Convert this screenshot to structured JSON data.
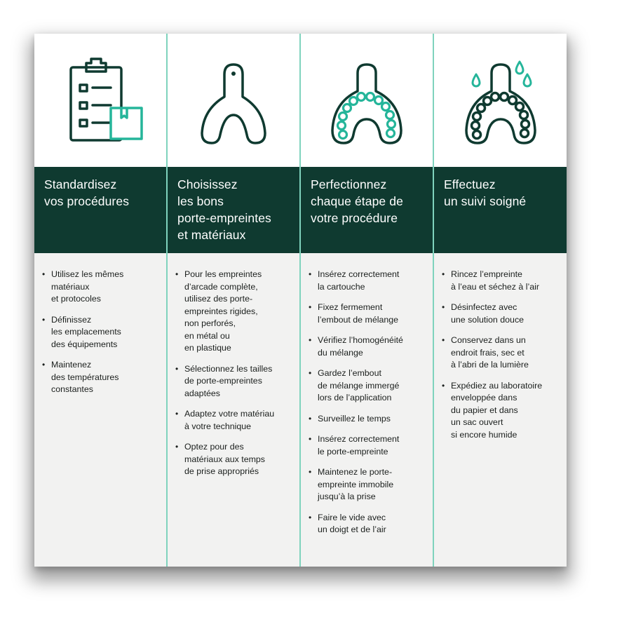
{
  "colors": {
    "dark_green": "#0f3a30",
    "teal": "#25b59a",
    "divider": "#7fd3bd",
    "panel": "#f2f2f1"
  },
  "columns": [
    {
      "icon": "clipboard-checklist-icon",
      "title": "Standardisez\nvos procédures",
      "items": [
        "Utilisez les mêmes\nmatériaux\net protocoles",
        "Définissez\nles emplacements\ndes équipements",
        "Maintenez\ndes températures\nconstantes"
      ]
    },
    {
      "icon": "impression-tray-icon",
      "title": "Choisissez\nles bons\nporte-empreintes\net matériaux",
      "items": [
        "Pour les empreintes\nd’arcade complète,\nutilisez des porte-\nempreintes rigides,\nnon perforés,\nen métal ou\nen plastique",
        "Sélectionnez les tailles\nde porte-empreintes\nadaptées",
        "Adaptez votre matériau\nà votre technique",
        "Optez pour des\nmatériaux aux temps\nde prise appropriés"
      ]
    },
    {
      "icon": "tray-with-teeth-icon",
      "title": "Perfectionnez\nchaque étape de\nvotre procédure",
      "items": [
        "Insérez correctement\nla cartouche",
        "Fixez fermement\nl’embout de mélange",
        "Vérifiez l’homogénéité\ndu mélange",
        "Gardez l’embout\nde mélange immergé\nlors de l’application",
        "Surveillez le temps",
        "Insérez correctement\nle porte-empreinte",
        "Maintenez le porte-\nempreinte immobile\njusqu’à la prise",
        "Faire le vide avec\nun doigt et de l’air"
      ]
    },
    {
      "icon": "rinsed-tray-droplets-icon",
      "title": "Effectuez\nun suivi soigné",
      "items": [
        "Rincez l’empreinte\nà l’eau et séchez à l’air",
        "Désinfectez avec\nune solution douce",
        "Conservez dans un\nendroit frais, sec et\nà l’abri de la lumière",
        "Expédiez au laboratoire\nenveloppée dans\ndu papier et dans\nun sac ouvert\nsi encore humide"
      ]
    }
  ]
}
